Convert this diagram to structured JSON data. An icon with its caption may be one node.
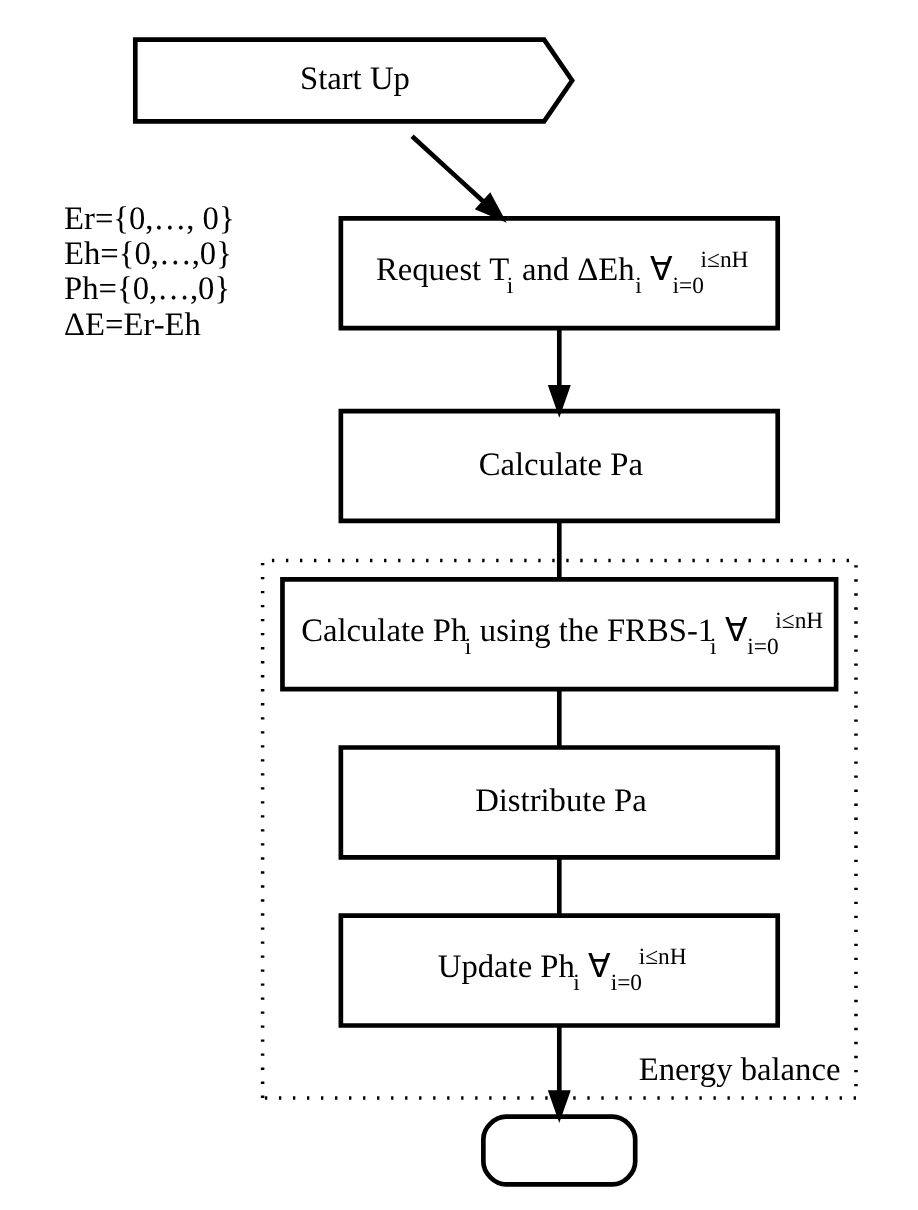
{
  "diagram": {
    "nodes": [
      {
        "text": [
          "Start Up"
        ]
      },
      {
        "text": [
          "Request T$_{i}$ and ΔEh$_{i}$ ∀$_{i=0}$$^{i≤nH}$"
        ]
      },
      {
        "text": [
          "Calculate Pa"
        ]
      },
      {
        "text": [
          "Energy balance"
        ]
      },
      {
        "text": [
          "Calculate Ph$_{i}$ using the FRBS-1$_{i}$ ∀$_{i=0}$$^{i≤nH}$"
        ],
        "in": 3
      },
      {
        "text": [
          "Distribute Pa"
        ],
        "in": 3
      },
      {
        "text": [
          "Update Ph$_{i}$ ∀$_{i=0}$$^{i≤nH}$"
        ],
        "in": 3
      },
      {
        "text": [],
        "shape": "box"
      }
    ],
    "edges": [
      {
        "from": 0,
        "to": 1,
        "arrow": "to"
      },
      {
        "from": 1,
        "to": 2,
        "arrow": "to"
      },
      {
        "from": 2,
        "to": 4,
        "arrow": "none"
      },
      {
        "from": 4,
        "to": 5,
        "arrow": "none"
      },
      {
        "from": 5,
        "to": 6,
        "arrow": "none"
      },
      {
        "from": 6,
        "to": 7,
        "arrow": "to"
      }
    ],
    "labels": [
      "Er={0,…, 0}",
      "Eh={0,…,0}",
      "Ph={0,…,0}",
      "ΔE=Er-Eh"
    ]
  }
}
